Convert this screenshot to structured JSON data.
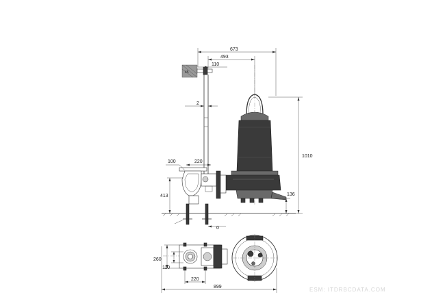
{
  "dimensions": {
    "width_total": "673",
    "width_to_axis": "493",
    "offset_top": "110",
    "guide_gap": "2",
    "pipe_left": "100",
    "pipe_right": "220",
    "height_total": "1010",
    "height_outlet": "413",
    "height_foot": "136",
    "zero_mark": "0",
    "plan_depth": "260",
    "plan_inner": "110",
    "plan_bolt_spacing": "220",
    "plan_total_width": "899"
  },
  "watermark": "ESM: ITDRBCDATA.COM"
}
